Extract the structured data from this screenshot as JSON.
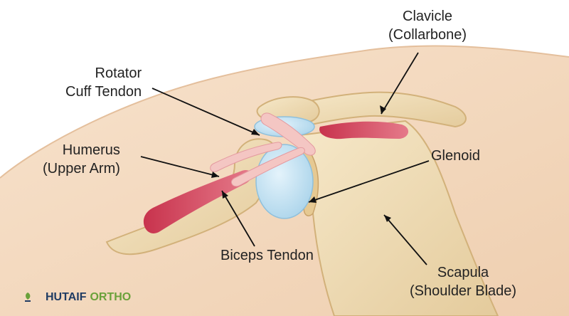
{
  "labels": {
    "clavicle": [
      "Clavicle",
      "(Collarbone)"
    ],
    "rotator": [
      "Rotator",
      "Cuff Tendon"
    ],
    "humerus": [
      "Humerus",
      "(Upper Arm)"
    ],
    "glenoid": [
      "Glenoid"
    ],
    "biceps": [
      "Biceps Tendon"
    ],
    "scapula": [
      "Scapula",
      "(Shoulder Blade)"
    ]
  },
  "brand": {
    "name_part1": "HUTAIF",
    "name_part2": "ORTHO",
    "logo_icon": "leaf-logo-icon"
  },
  "colors": {
    "skin": "#f3d9bf",
    "bone": "#efdcb5",
    "bone_shade": "#d9bf8f",
    "cartilage": "#bfdff0",
    "muscle": "#d9405a",
    "tendon": "#f4c6c3",
    "text": "#222222",
    "brand_navy": "#1f3b63",
    "brand_green": "#6aa13a"
  }
}
